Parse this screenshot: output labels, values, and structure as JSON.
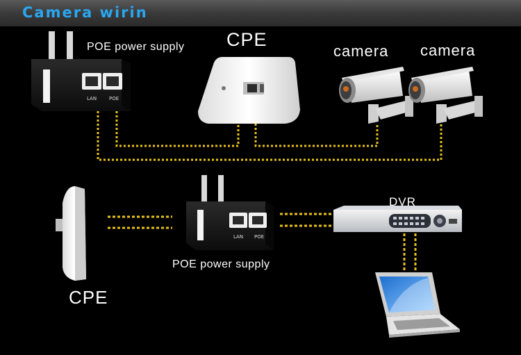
{
  "header": {
    "title": "Camera wirin"
  },
  "labels": {
    "poe_top": "POE power supply",
    "cpe_top": "CPE",
    "camera_1": "camera",
    "camera_2": "camera",
    "dvr": "DVR",
    "poe_bottom": "POE power supply",
    "cpe_bottom": "CPE"
  },
  "device_text": {
    "port_lan": "LAN",
    "port_poe": "POE"
  },
  "colors": {
    "cable": "#e8c21a",
    "title": "#2aa7f0",
    "background": "#000000"
  }
}
